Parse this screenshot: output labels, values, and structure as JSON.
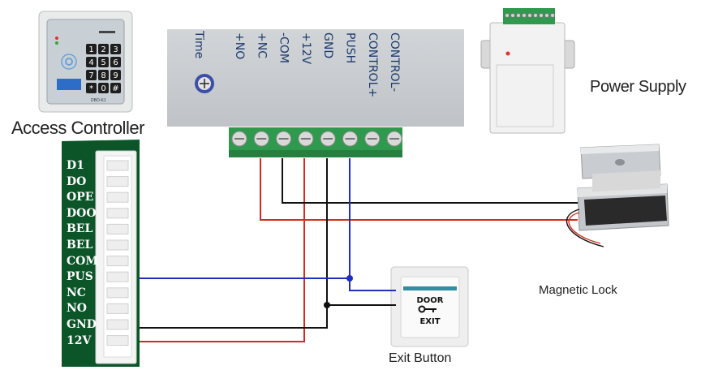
{
  "labels": {
    "access_controller": "Access Controller",
    "power_supply": "Power Supply",
    "magnetic_lock": "Magnetic Lock",
    "exit_button": "Exit Button"
  },
  "keypad": {
    "keys": [
      "1",
      "2",
      "3",
      "4",
      "5",
      "6",
      "7",
      "8",
      "9",
      "*",
      "0",
      "#"
    ]
  },
  "access_board": {
    "pins": [
      "D1",
      "DO",
      "OPE",
      "DOO",
      "BEL",
      "BEL",
      "COM",
      "PUS",
      "NC",
      "NO",
      "GND",
      "12V"
    ]
  },
  "time_module": {
    "time_label": "Time",
    "terminals": [
      "+NO",
      "+NC",
      "-COM",
      "+12V",
      "GND",
      "PUSH",
      "CONTROL+",
      "CONTROL-"
    ]
  },
  "exit_button": {
    "line1": "DOOR",
    "line2": "EXIT"
  },
  "colors": {
    "wire_red": "#d62a1e",
    "wire_black": "#111111",
    "wire_blue": "#1f2fbf",
    "pcb_green": "#0c5b2b",
    "terminal_green": "#2f9a4d",
    "module_gray": "#c8ccd0"
  }
}
